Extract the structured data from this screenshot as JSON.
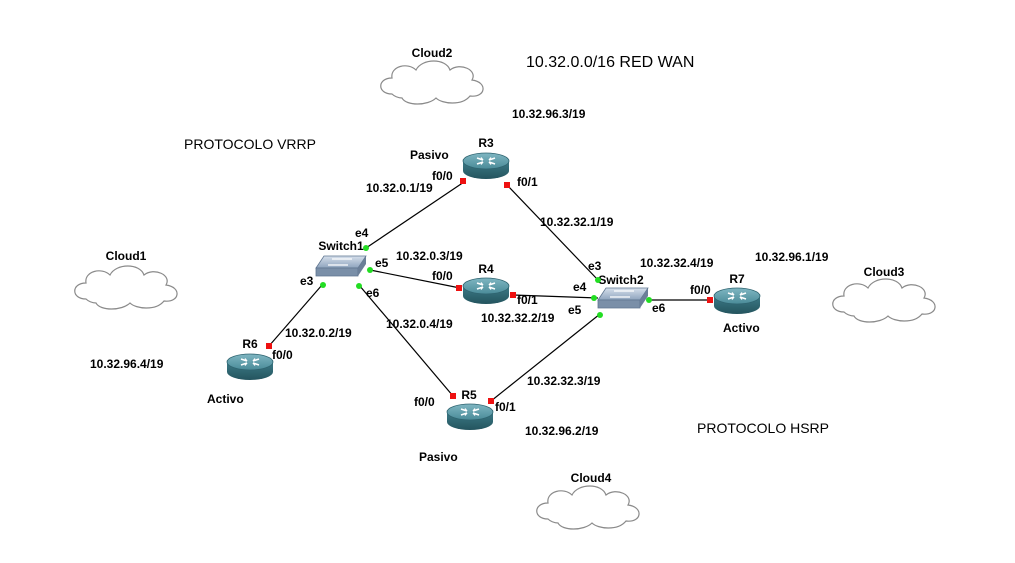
{
  "title": "10.32.0.0/16 RED WAN",
  "protocols": {
    "vrrp": "PROTOCOLO VRRP",
    "hsrp": "PROTOCOLO HSRP"
  },
  "clouds": {
    "cloud1": "Cloud1",
    "cloud2": "Cloud2",
    "cloud3": "Cloud3",
    "cloud4": "Cloud4"
  },
  "cloud_nets": {
    "cloud1": "10.32.96.4/19",
    "cloud2": "10.32.96.3/19",
    "cloud3": "10.32.96.1/19",
    "cloud4": "10.32.96.2/19"
  },
  "routers": {
    "r3": {
      "name": "R3",
      "role": "Pasivo"
    },
    "r4": {
      "name": "R4"
    },
    "r5": {
      "name": "R5",
      "role": "Pasivo"
    },
    "r6": {
      "name": "R6",
      "role": "Activo"
    },
    "r7": {
      "name": "R7",
      "role": "Activo"
    }
  },
  "switches": {
    "sw1": "Switch1",
    "sw2": "Switch2"
  },
  "ports": {
    "r3_f00": "f0/0",
    "r3_f01": "f0/1",
    "r4_f00": "f0/0",
    "r4_f01": "f0/1",
    "r5_f00": "f0/0",
    "r5_f01": "f0/1",
    "r6_f00": "f0/0",
    "r7_f00": "f0/0",
    "sw1_e3": "e3",
    "sw1_e4": "e4",
    "sw1_e5": "e5",
    "sw1_e6": "e6",
    "sw2_e3": "e3",
    "sw2_e4": "e4",
    "sw2_e5": "e5",
    "sw2_e6": "e6"
  },
  "ips": {
    "r3_f00": "10.32.0.1/19",
    "r3_f01": "10.32.32.1/19",
    "r4_f00": "10.32.0.3/19",
    "r4_f01": "10.32.32.2/19",
    "r5_f00": "10.32.0.4/19",
    "r5_f01": "10.32.32.3/19",
    "r6_f00": "10.32.0.2/19",
    "r7_f00": "10.32.32.4/19"
  },
  "colors": {
    "router": "#3f7f8c",
    "switch": "#9aaec4",
    "port_up": "#22dd22",
    "port_down": "#ee1111"
  }
}
